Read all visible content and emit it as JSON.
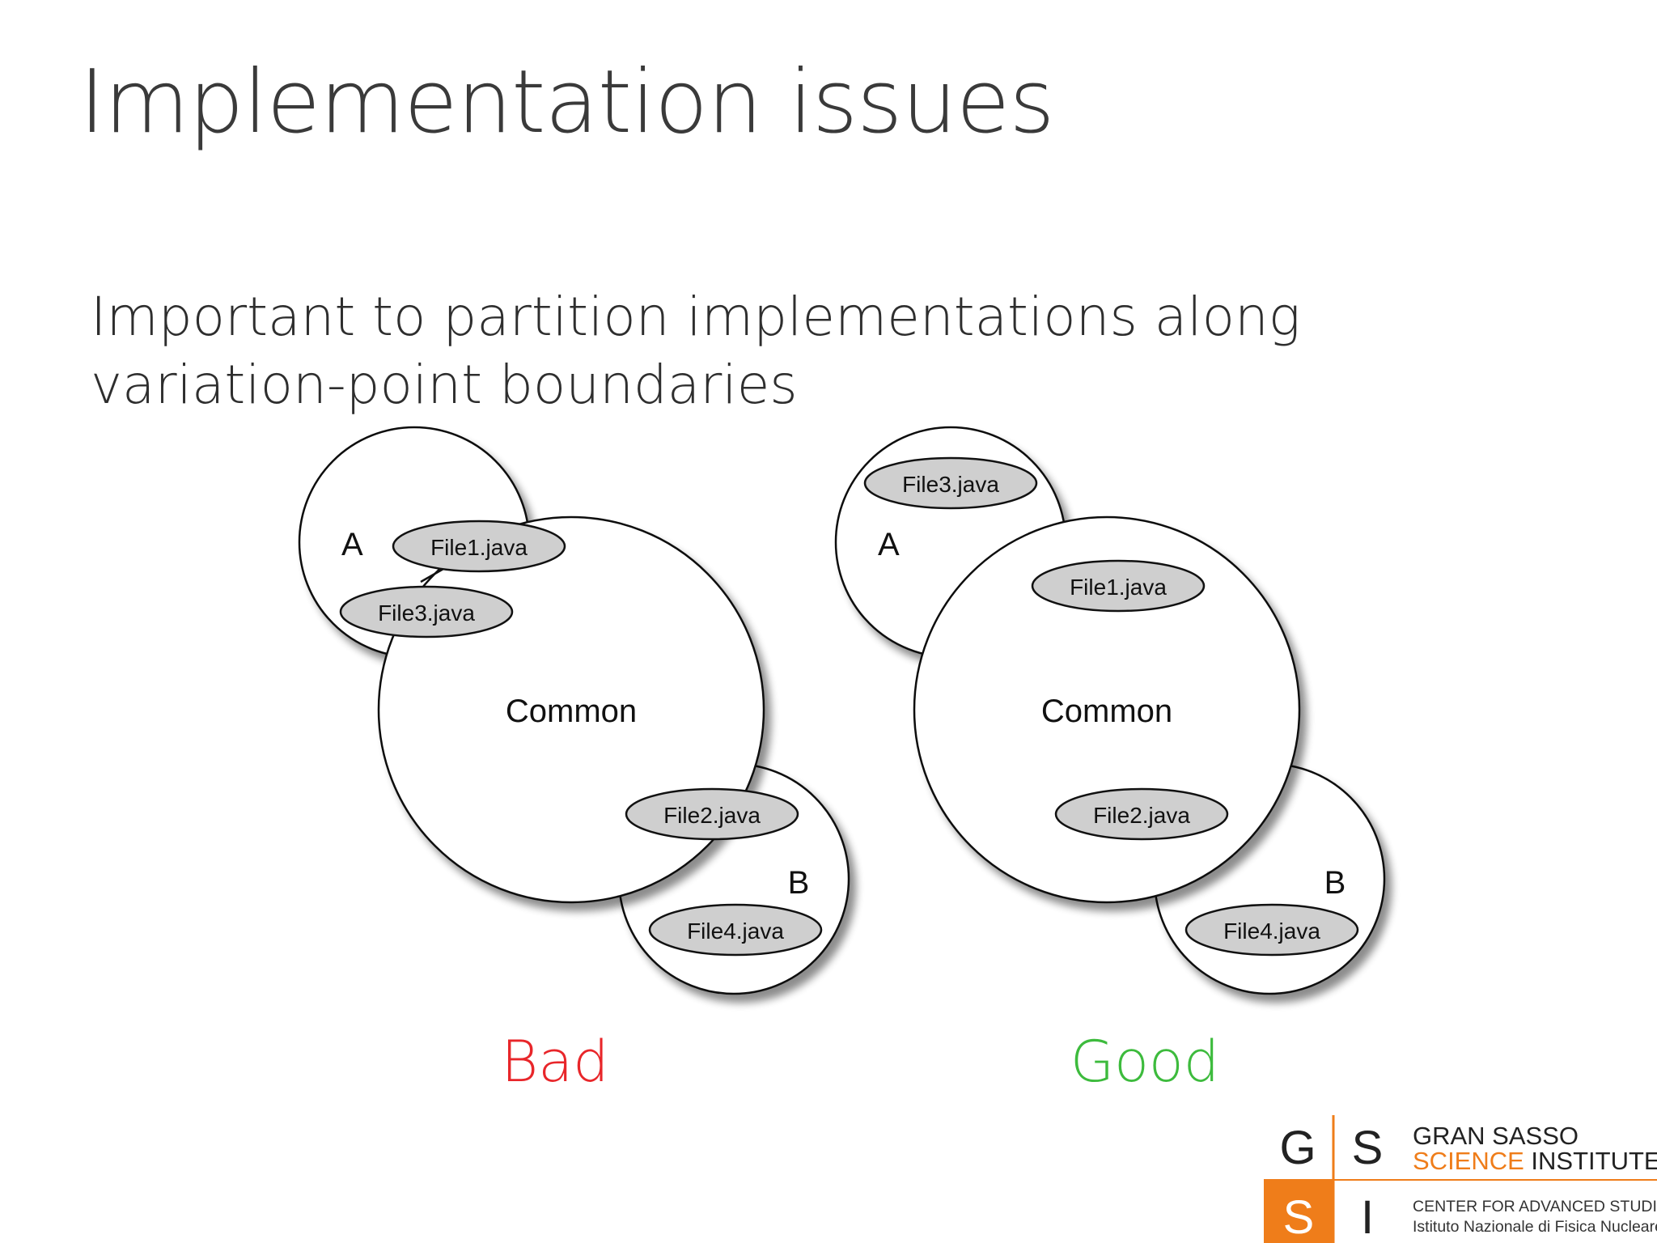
{
  "slide": {
    "title": "Implementation issues",
    "subtitle": "Important to partition implementations along variation-point boundaries"
  },
  "diagrams": {
    "bad": {
      "caption": "Bad",
      "caption_color": "#e8262a",
      "label_a": "A",
      "label_common": "Common",
      "label_b": "B",
      "files": [
        "File1.java",
        "File3.java",
        "File2.java",
        "File4.java"
      ]
    },
    "good": {
      "caption": "Good",
      "caption_color": "#3dbb3d",
      "label_a": "A",
      "label_common": "Common",
      "label_b": "B",
      "files": [
        "File3.java",
        "File1.java",
        "File2.java",
        "File4.java"
      ]
    }
  },
  "logo": {
    "letters": [
      "G",
      "S",
      "S",
      "I"
    ],
    "line1": "GRAN SASSO",
    "line2a": "SCIENCE",
    "line2b": " INSTITUTE",
    "line3": "CENTER FOR ADVANCED STUDIES",
    "line4": "Istituto Nazionale di Fisica Nucleare",
    "accent_color": "#ef7d1a"
  }
}
